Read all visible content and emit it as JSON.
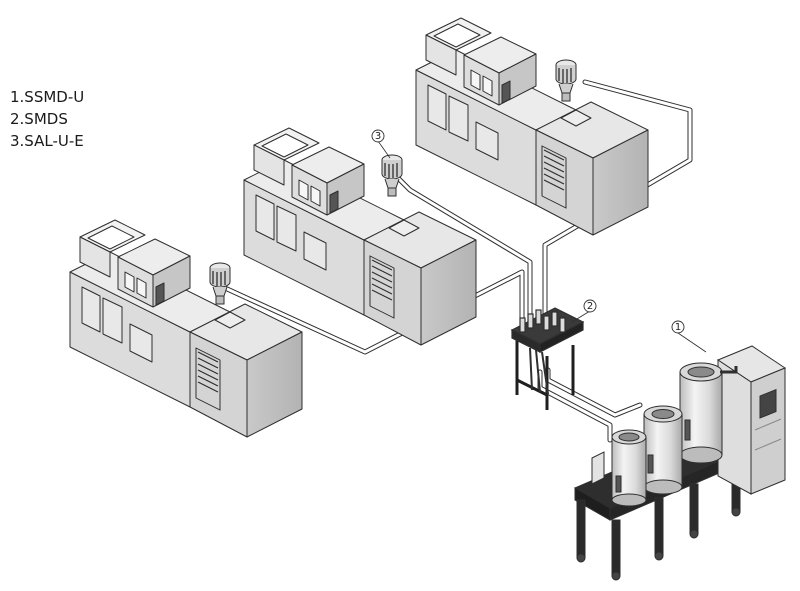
{
  "legend": {
    "items": [
      "1.SSMD-U",
      "2.SMDS",
      "3.SAL-U-E"
    ]
  },
  "callouts": {
    "dryer": "1",
    "manifold": "2",
    "loader": "3"
  },
  "machines": [
    {
      "name": "injection-molding-machine-left"
    },
    {
      "name": "injection-molding-machine-middle"
    },
    {
      "name": "injection-molding-machine-right"
    }
  ],
  "colors": {
    "line": "#2f2f2f",
    "machine_top": "#e6e6e6",
    "machine_front": "#d9d9d9",
    "machine_side": "#bdbdbd",
    "hopper_body": "#e9e9e9",
    "frame": "#3a3a3a",
    "pipe": "#ffffff"
  }
}
